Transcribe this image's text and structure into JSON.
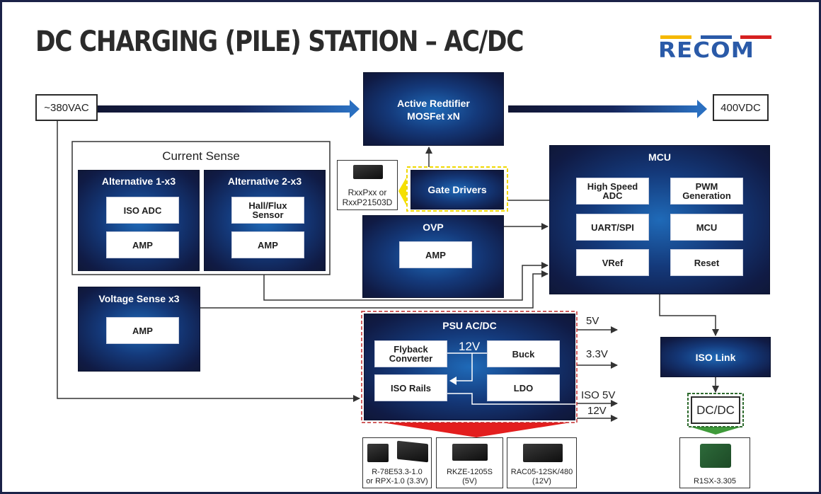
{
  "title": "DC CHARGING (PILE) STATION – AC/DC",
  "logo": {
    "text": "RECOM",
    "bar_colors": [
      "#f5b800",
      "#2a5aa8",
      "#d62020"
    ],
    "text_color": "#2a5aa8"
  },
  "input_label": "~380VAC",
  "output_label": "400VDC",
  "rectifier": {
    "line1": "Active Redtifier",
    "line2": "MOSFet xN"
  },
  "current_sense": {
    "title": "Current Sense",
    "alt1": {
      "title": "Alternative 1-x3",
      "blocks": [
        "ISO ADC",
        "AMP"
      ]
    },
    "alt2": {
      "title": "Alternative 2-x3",
      "blocks": [
        "Hall/Flux Sensor",
        "AMP"
      ]
    }
  },
  "gate_drivers": {
    "title": "Gate Drivers",
    "product": {
      "line1": "RxxPxx or",
      "line2": "RxxP21503D"
    },
    "highlight_color": "#f5e000"
  },
  "ovp": {
    "title": "OVP",
    "block": "AMP"
  },
  "voltage_sense": {
    "title": "Voltage Sense x3",
    "block": "AMP"
  },
  "mcu": {
    "title": "MCU",
    "blocks": [
      "High Speed ADC",
      "PWM Generation",
      "UART/SPI",
      "MCU",
      "VRef",
      "Reset"
    ]
  },
  "psu": {
    "title": "PSU AC/DC",
    "blocks": [
      "Flyback Converter",
      "Buck",
      "ISO Rails",
      "LDO"
    ],
    "internal_label": "12V",
    "outputs": [
      "5V",
      "3.3V",
      "ISO 5V",
      "12V"
    ],
    "highlight_color": "#d62020"
  },
  "psu_products": [
    {
      "line1": "R-78E53.3-1.0",
      "line2": "or RPX-1.0 (3.3V)"
    },
    {
      "line1": "RKZE-1205S",
      "line2": "(5V)"
    },
    {
      "line1": "RAC05-12SK/480",
      "line2": "(12V)"
    }
  ],
  "iso_link": {
    "title": "ISO Link"
  },
  "dcdc": {
    "title": "DC/DC",
    "highlight_color": "#2e8b3a",
    "product": "R1SX-3.305"
  }
}
